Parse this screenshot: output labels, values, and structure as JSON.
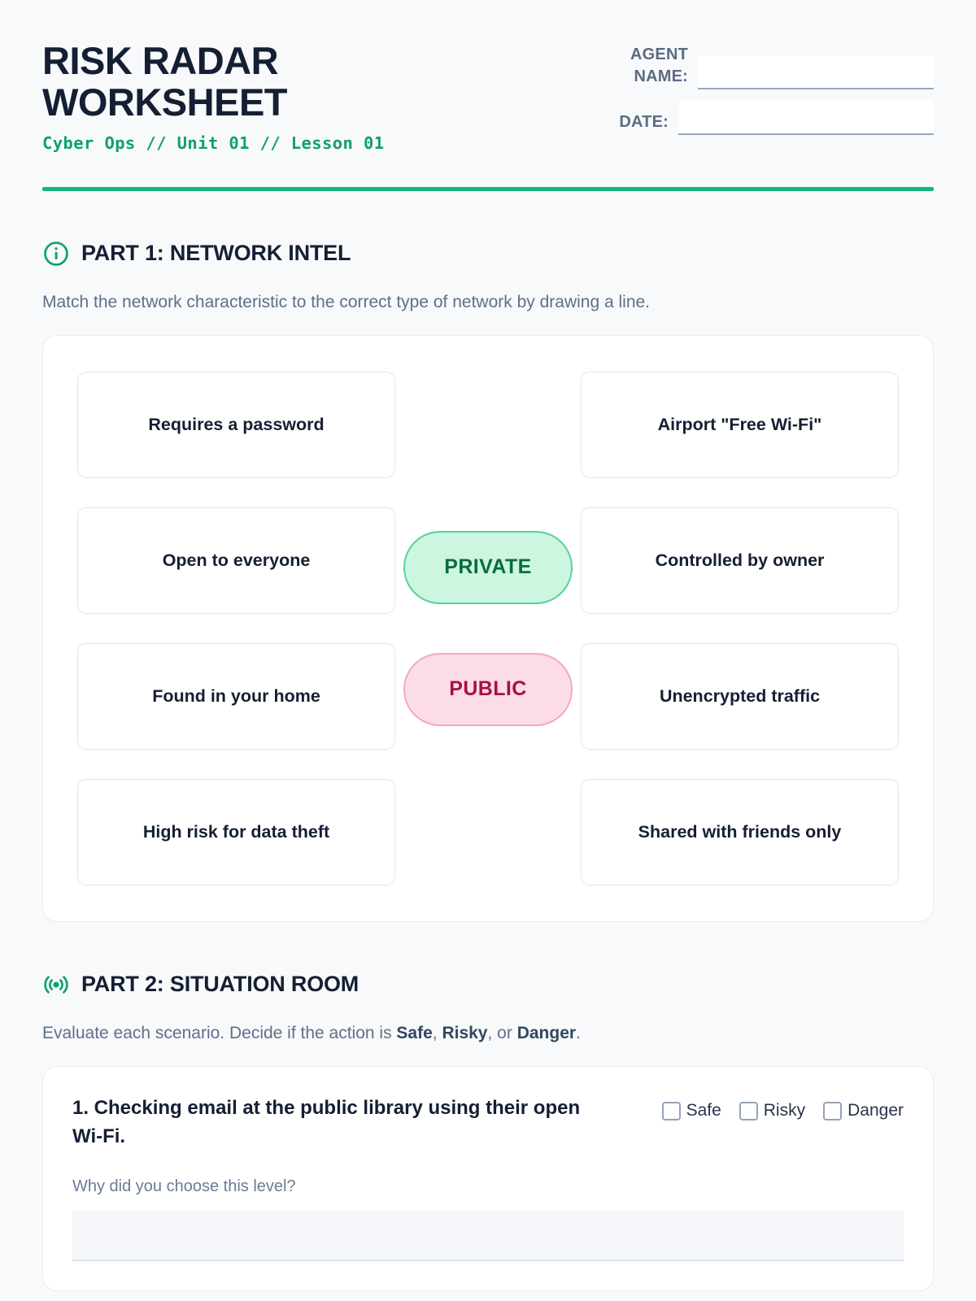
{
  "header": {
    "title": "RISK RADAR WORKSHEET",
    "subtitle": "Cyber Ops // Unit 01 // Lesson 01",
    "agent_name_label": "AGENT\nNAME:",
    "agent_name_value": "",
    "agent_name_placeholder": "",
    "date_label": "DATE:",
    "date_value": "",
    "date_placeholder": "",
    "rule_color": "#10b57f"
  },
  "part1": {
    "icon": "info-circle-icon",
    "heading": "PART 1: NETWORK INTEL",
    "description": "Match the network characteristic to the correct type of network by drawing a line.",
    "left_items": [
      "Requires a password",
      "Open to everyone",
      "Found in your home",
      "High risk for data theft"
    ],
    "right_items": [
      "Airport \"Free Wi-Fi\"",
      "Controlled by owner",
      "Unencrypted traffic",
      "Shared with friends only"
    ],
    "center_pills": [
      {
        "label": "PRIVATE",
        "bg": "#ccf6e0",
        "border": "#56d29c",
        "text": "#0b6b43"
      },
      {
        "label": "PUBLIC",
        "bg": "#fcdde5",
        "border": "#f3a8bd",
        "text": "#a81043"
      }
    ]
  },
  "part2": {
    "icon": "broadcast-icon",
    "heading": "PART 2: SITUATION ROOM",
    "description_prefix": "Evaluate each scenario. Decide if the action is ",
    "description_bold_1": "Safe",
    "description_sep_1": ", ",
    "description_bold_2": "Risky",
    "description_sep_2": ", or ",
    "description_bold_3": "Danger",
    "description_suffix": ".",
    "scenarios": [
      {
        "text": "1. Checking email at the public library using their open Wi-Fi.",
        "options": [
          "Safe",
          "Risky",
          "Danger"
        ],
        "why_label": "Why did you choose this level?",
        "answer_value": ""
      }
    ]
  },
  "theme": {
    "page_bg": "#f7f9fb",
    "accent_green": "#10b57f",
    "ink": "#151f33",
    "muted": "#5f7088"
  }
}
